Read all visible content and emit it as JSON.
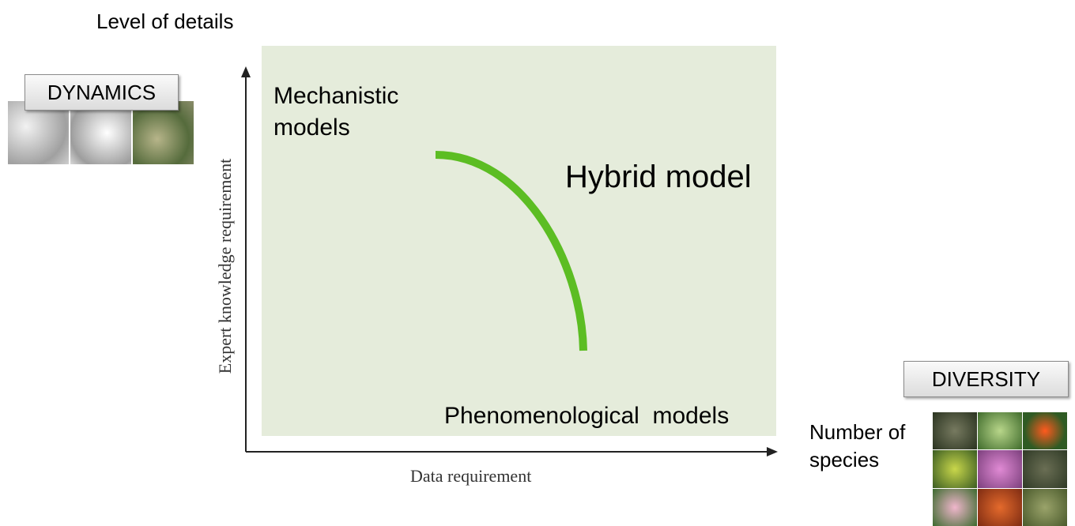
{
  "level_of_details": "Level of details",
  "dynamics_label": "DYNAMICS",
  "diversity_label": "DIVERSITY",
  "number_of_species": [
    "Number of",
    "species"
  ],
  "y_axis_label": "Expert knowledge requirement",
  "x_axis_label": "Data requirement",
  "mechanistic_models": [
    "Mechanistic",
    "models"
  ],
  "hybrid_model": "Hybrid model",
  "phenomenological_models": "Phenomenological  models",
  "colors": {
    "plot_background": "#e5ecdb",
    "curve": "#5cbd23",
    "axis": "#222222"
  }
}
